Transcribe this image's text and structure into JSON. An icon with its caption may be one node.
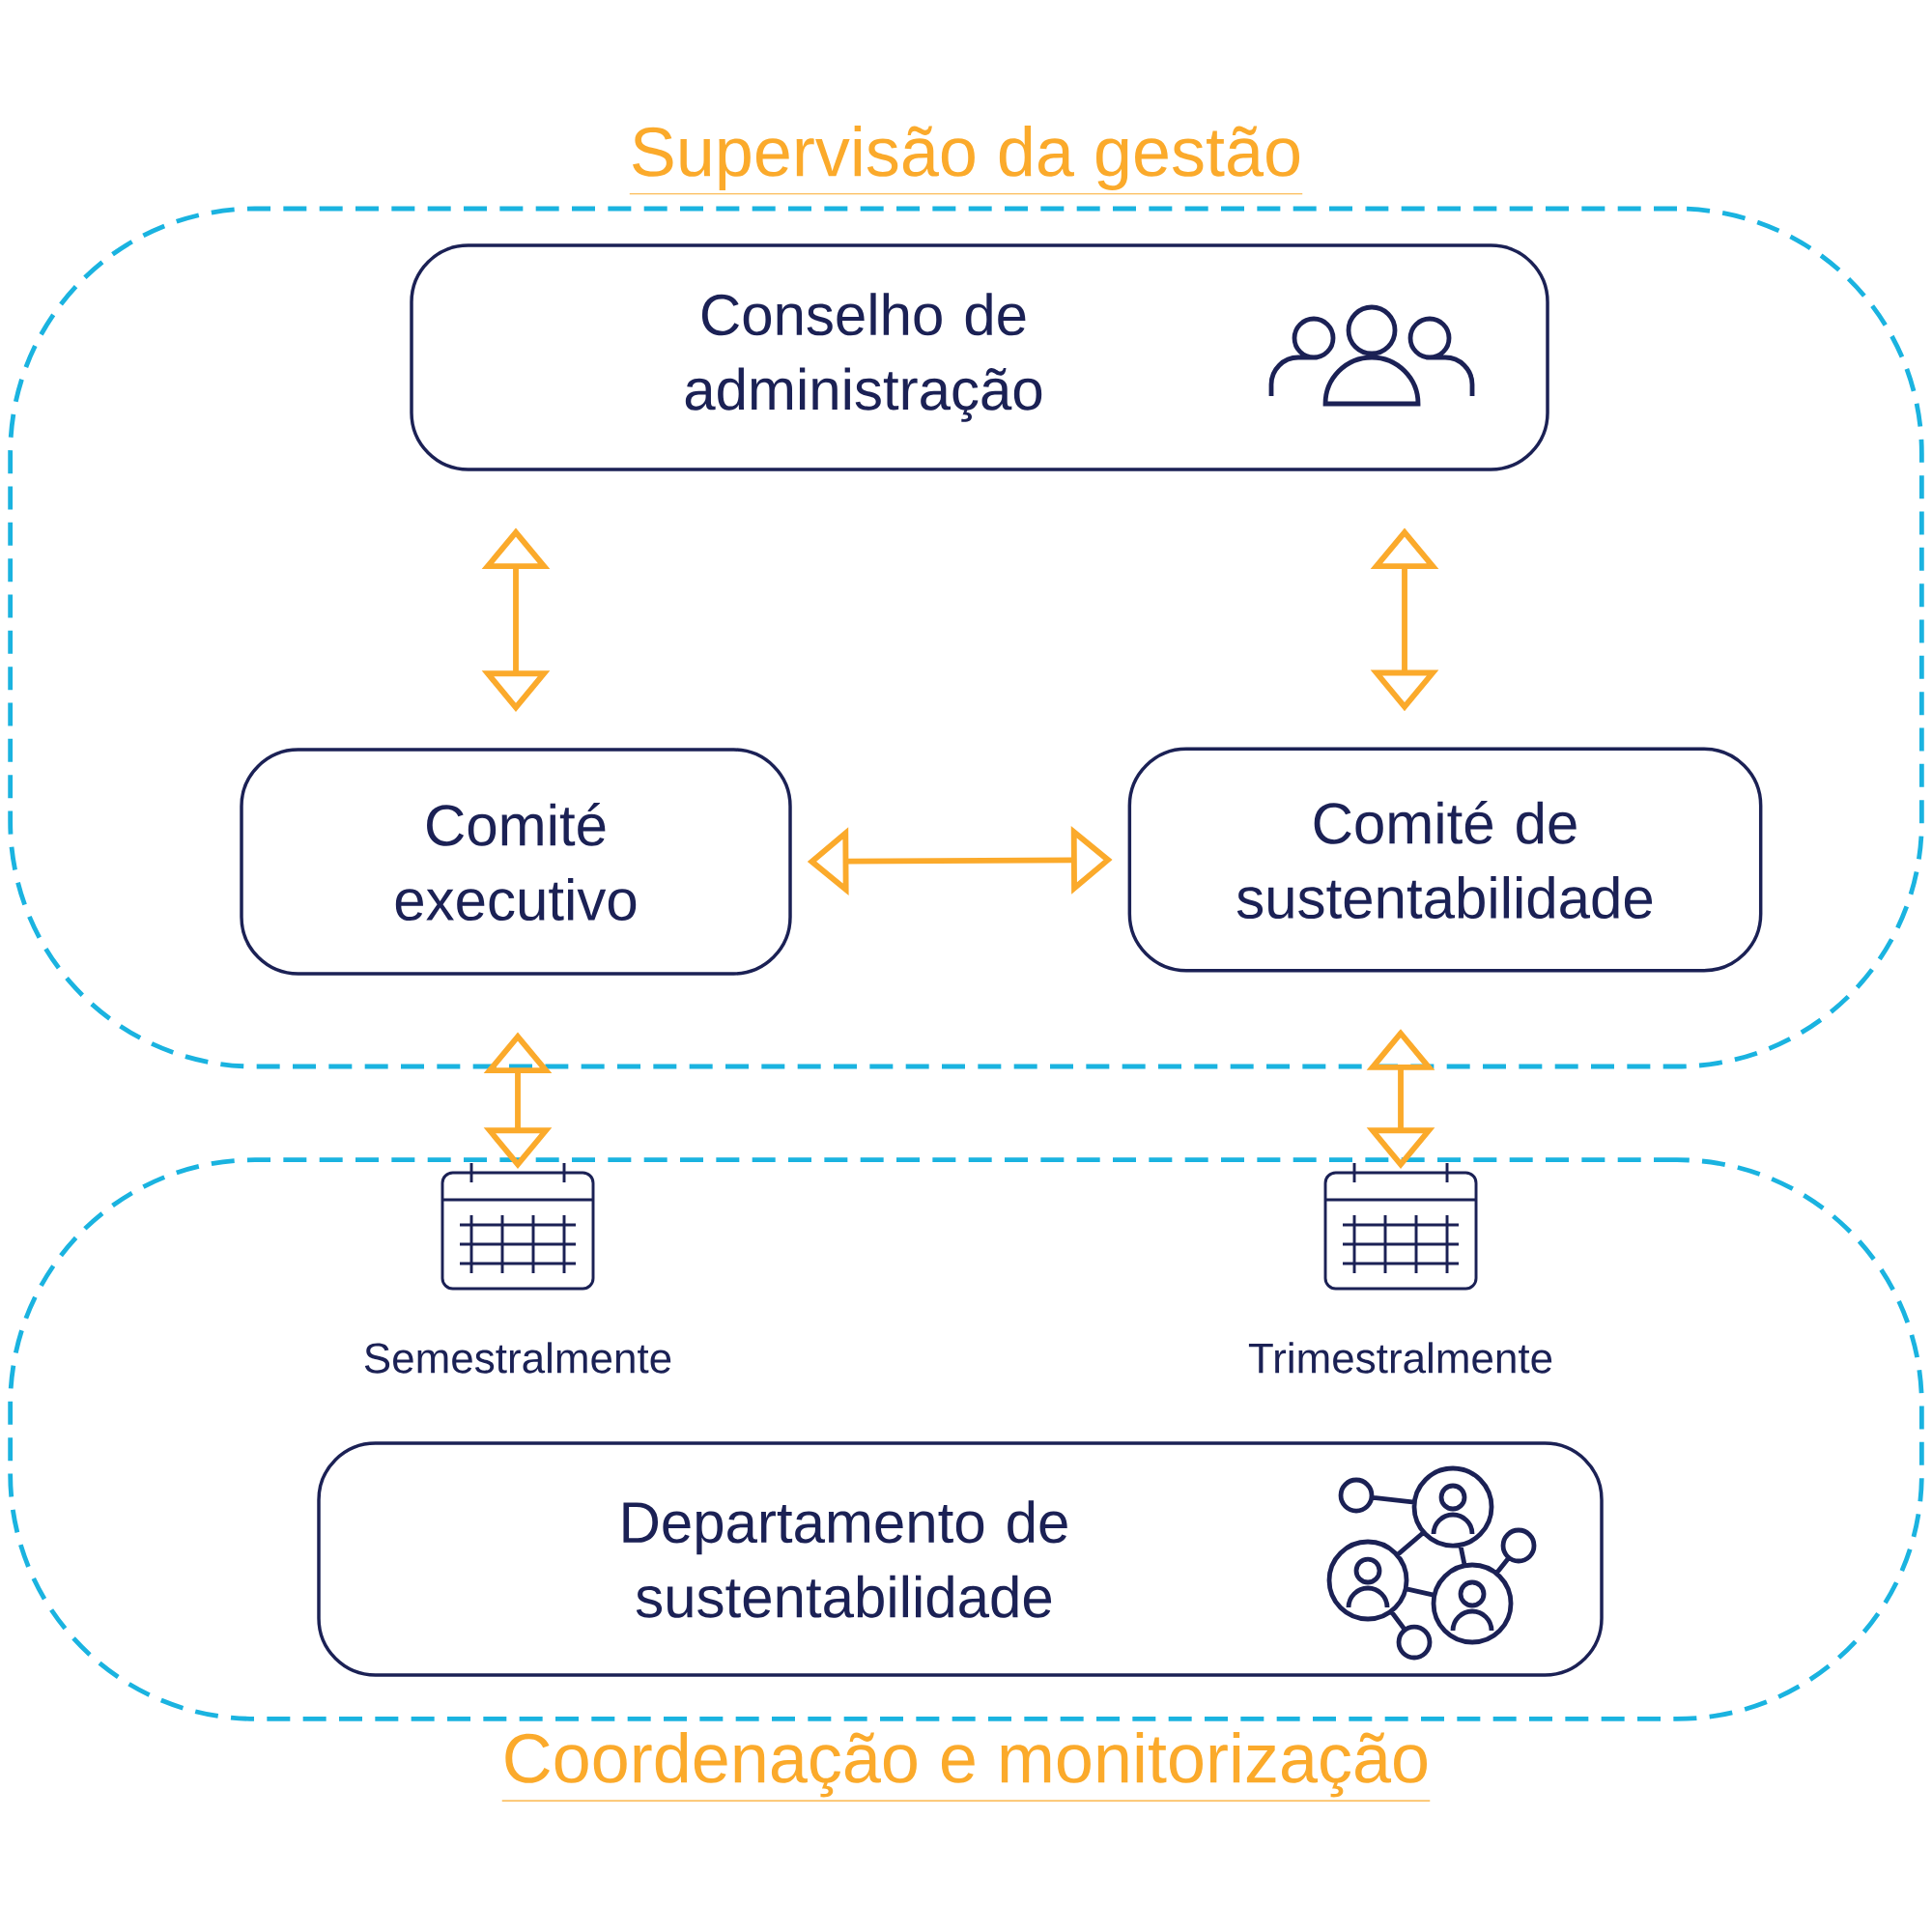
{
  "diagram": {
    "nodes": [
      {
        "text": [
          "Supervisão da gestão"
        ]
      },
      {
        "text": [
          "Conselho de administração"
        ],
        "in": 0
      },
      {
        "text": [
          "Comité executivo"
        ],
        "in": 0
      },
      {
        "text": [
          "Comité de sustentabilidade"
        ],
        "in": 0
      },
      {
        "text": [
          "Coordenação e monitorização"
        ]
      },
      {
        "text": [
          "Semestralmente"
        ],
        "in": 4
      },
      {
        "text": [
          "Trimestralmente"
        ],
        "in": 4
      },
      {
        "text": [
          "Departamento de sustentabilidade"
        ],
        "in": 4
      }
    ],
    "edges": [
      {
        "from": 1,
        "to": 2,
        "arrow": "both"
      },
      {
        "from": 1,
        "to": 3,
        "arrow": "both"
      },
      {
        "from": 2,
        "to": 3,
        "arrow": "both"
      },
      {
        "from": 2,
        "to": 5,
        "arrow": "both"
      },
      {
        "from": 3,
        "to": 6,
        "arrow": "both"
      }
    ]
  }
}
